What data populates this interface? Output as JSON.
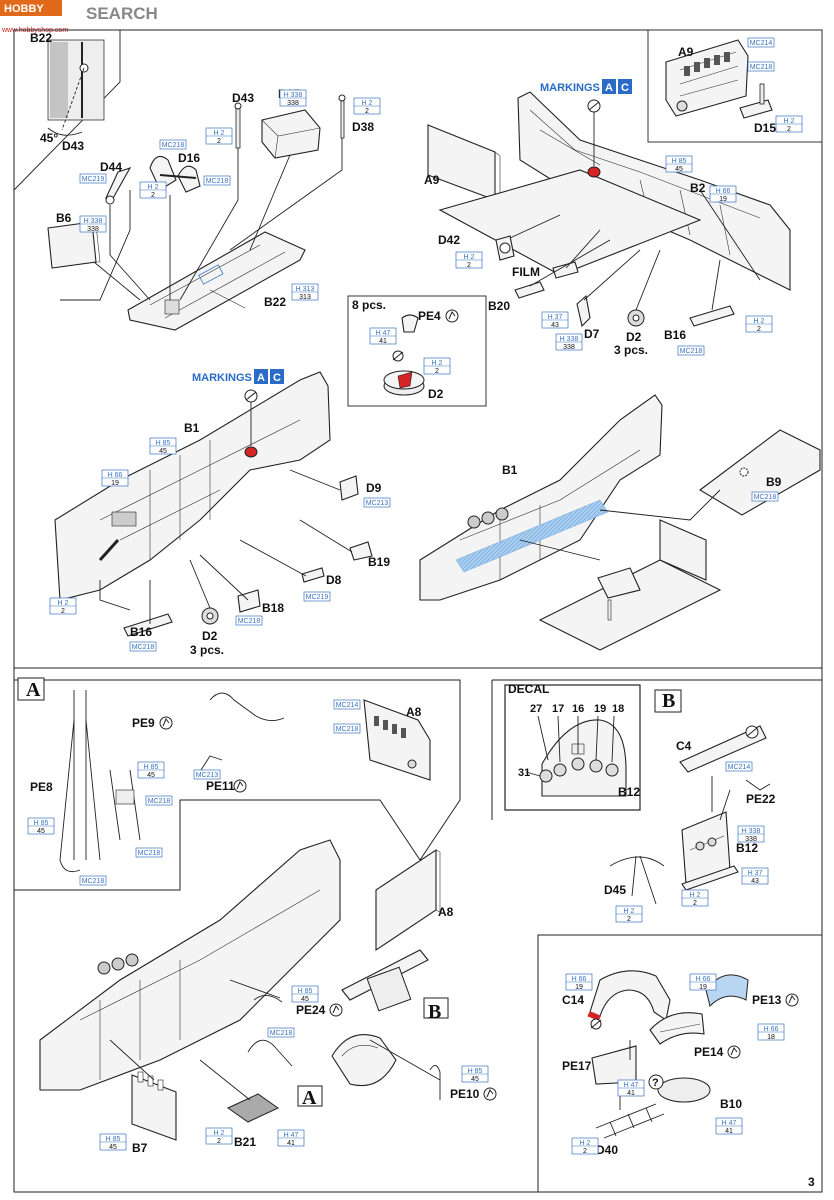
{
  "header": {
    "logo_text": "SEARCH",
    "sub_text": "www.hobbyshop.com"
  },
  "page_number": "3",
  "colors": {
    "paint_blue": "#3a74c2",
    "highlight_red": "#d42424",
    "hatch_blue": "#a9cdef"
  },
  "markings_label": "MARKINGS",
  "markings_codes": [
    "A",
    "C"
  ],
  "sections": {
    "A": "A",
    "B": "B"
  },
  "decal": {
    "title": "DECAL",
    "numbers": [
      "27",
      "17",
      "16",
      "19",
      "18",
      "31"
    ]
  },
  "film_label": "FILM",
  "parts": {
    "B22_top": "B22",
    "D43": "D43",
    "D43b": "D43",
    "angle": "45°",
    "B17": "B17",
    "D38": "D38",
    "D44": "D44",
    "D16": "D16",
    "B6": "B6",
    "B22": "B22",
    "A9_inset": "A9",
    "D15": "D15",
    "A9": "A9",
    "B2": "B2",
    "D42": "D42",
    "B20": "B20",
    "D7": "D7",
    "D2": "D2",
    "D2_qty": "3 pcs.",
    "B16": "B16",
    "pcs8": "8 pcs.",
    "PE4": "PE4",
    "D2_detail": "D2",
    "B1": "B1",
    "D9": "D9",
    "B19": "B19",
    "D8": "D8",
    "B18": "B18",
    "B16b": "B16",
    "D2b": "D2",
    "D2b_qty": "3 pcs.",
    "B1b": "B1",
    "B9": "B9",
    "PE9": "PE9",
    "PE8": "PE8",
    "PE11": "PE11",
    "A8_inset": "A8",
    "B12_decal": "B12",
    "C4": "C4",
    "PE22": "PE22",
    "B12": "B12",
    "D45": "D45",
    "A8": "A8",
    "PE24": "PE24",
    "PE10": "PE10",
    "B7": "B7",
    "B21": "B21",
    "C14": "C14",
    "PE13": "PE13",
    "PE14": "PE14",
    "PE17": "PE17",
    "B10": "B10",
    "D40": "D40"
  },
  "paints": {
    "p1": [
      "H 338",
      "338"
    ],
    "p2": [
      "H 2",
      "2"
    ],
    "p3": [
      "H 2",
      "2"
    ],
    "p4": [
      "MC218",
      ""
    ],
    "p5": [
      "MC218",
      ""
    ],
    "p6": [
      "MC219",
      ""
    ],
    "p7": [
      "H 2",
      "2"
    ],
    "p8": [
      "H 338",
      "338"
    ],
    "p9": [
      "H 313",
      "313"
    ],
    "p10": [
      "MC214",
      ""
    ],
    "p11": [
      "MC218",
      ""
    ],
    "p12": [
      "H 2",
      "2"
    ],
    "p13": [
      "H 85",
      "45"
    ],
    "p14": [
      "H 66",
      "19"
    ],
    "p15": [
      "H 2",
      "2"
    ],
    "p16": [
      "H 2",
      "2"
    ],
    "p17": [
      "H 37",
      "43"
    ],
    "p18": [
      "H 338",
      "338"
    ],
    "p19": [
      "MC218",
      ""
    ],
    "p20": [
      "H 47",
      "41"
    ],
    "p21": [
      "H 2",
      "2"
    ],
    "p22": [
      "H 85",
      "45"
    ],
    "p23": [
      "H 66",
      "19"
    ],
    "p24": [
      "H 2",
      "2"
    ],
    "p25": [
      "MC213",
      ""
    ],
    "p26": [
      "MC219",
      ""
    ],
    "p27": [
      "MC218",
      ""
    ],
    "p28": [
      "MC218",
      ""
    ],
    "p29": [
      "MC218",
      ""
    ],
    "p30": [
      "H 85",
      "45"
    ],
    "p31": [
      "H 85",
      "45"
    ],
    "p32": [
      "MC218",
      ""
    ],
    "p33": [
      "MC218",
      ""
    ],
    "p34": [
      "MC218",
      ""
    ],
    "p35": [
      "MC213",
      ""
    ],
    "p36": [
      "MC214",
      ""
    ],
    "p37": [
      "MC218",
      ""
    ],
    "p38": [
      "MC214",
      ""
    ],
    "p39": [
      "H 338",
      "338"
    ],
    "p40": [
      "H 37",
      "43"
    ],
    "p41": [
      "H 2",
      "2"
    ],
    "p42": [
      "H 2",
      "2"
    ],
    "p43": [
      "H 85",
      "45"
    ],
    "p44": [
      "MC218",
      ""
    ],
    "p45": [
      "H 85",
      "45"
    ],
    "p46": [
      "H 85",
      "45"
    ],
    "p47": [
      "H 2",
      "2"
    ],
    "p48": [
      "H 47",
      "41"
    ],
    "p49": [
      "H 66",
      "19"
    ],
    "p50": [
      "H 66",
      "19"
    ],
    "p51": [
      "H 66",
      "18"
    ],
    "p52": [
      "H 47",
      "41"
    ],
    "p53": [
      "H 47",
      "41"
    ],
    "p54": [
      "H 2",
      "2"
    ]
  }
}
